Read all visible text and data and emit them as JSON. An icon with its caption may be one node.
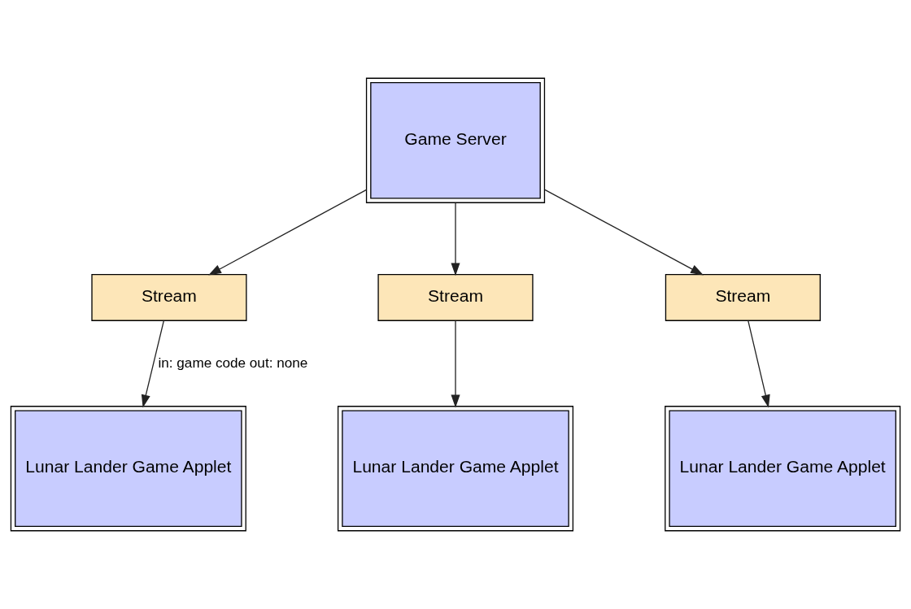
{
  "diagram": {
    "nodes": [
      {
        "text": [
          "Game Server"
        ]
      },
      {
        "text": [
          "Stream"
        ]
      },
      {
        "text": [
          "Stream"
        ]
      },
      {
        "text": [
          "Stream"
        ]
      },
      {
        "text": [
          "Lunar Lander Game Applet"
        ]
      },
      {
        "text": [
          "Lunar Lander Game Applet"
        ]
      },
      {
        "text": [
          "Lunar Lander Game Applet"
        ]
      }
    ],
    "edges": [
      {
        "from": 0,
        "to": 1,
        "arrow": "to"
      },
      {
        "from": 0,
        "to": 2,
        "arrow": "to"
      },
      {
        "from": 0,
        "to": 3,
        "arrow": "to"
      },
      {
        "from": 1,
        "to": 4,
        "arrow": "to",
        "label": "in: game code out: none"
      },
      {
        "from": 2,
        "to": 5,
        "arrow": "to"
      },
      {
        "from": 3,
        "to": 6,
        "arrow": "to"
      }
    ]
  }
}
